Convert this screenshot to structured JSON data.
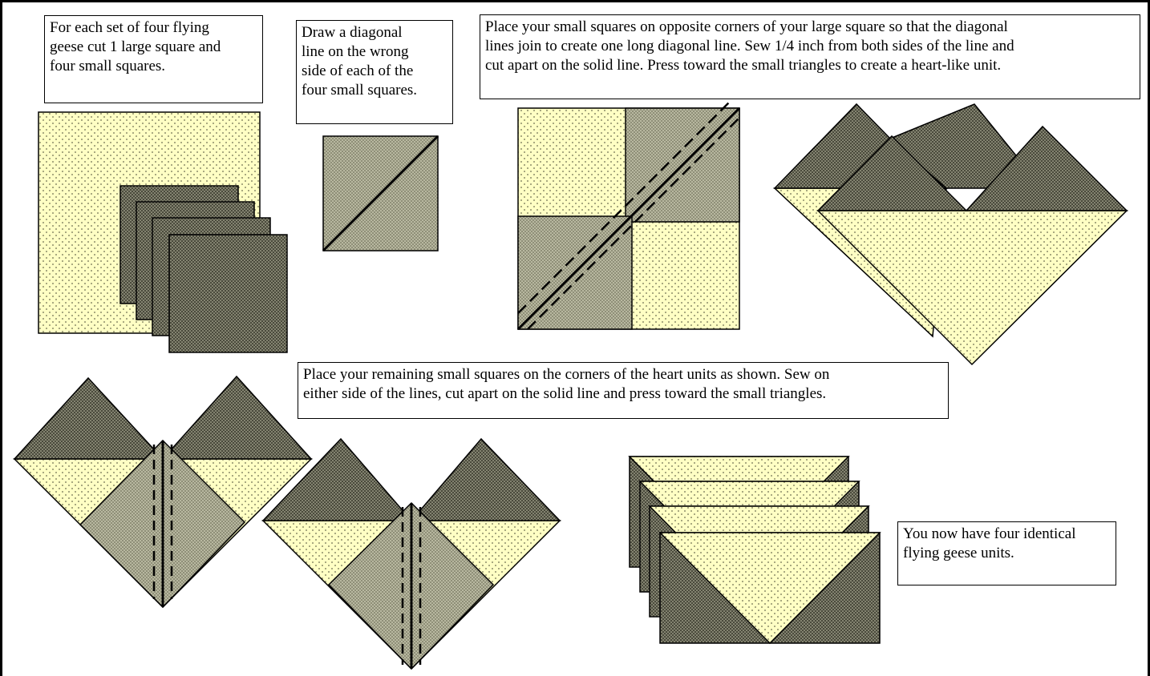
{
  "steps": [
    {
      "text": "For each set of four flying\ngeese cut 1 large square and\nfour small  squares."
    },
    {
      "text": "Draw  a diagonal\nline  on the wrong\nside of each of the\nfour small squares."
    },
    {
      "text": "Place your small  squares on opposite corners of your large square so that the diagonal\nlines join to create one long diagonal line.  Sew  1/4 inch from  both sides of the line and\ncut apart on the solid line.  Press toward the small triangles to create a heart-like  unit."
    },
    {
      "text": "Place your remaining  small  squares on the corners of the heart units as shown.  Sew on\neither  side of the lines, cut apart on the solid line and press toward the small  triangles."
    },
    {
      "text": "You now have four identical\nflying geese units."
    }
  ],
  "colors": {
    "light_fabric": "#FFFFC4",
    "dark_fabric": "#4A4A3C",
    "medium_fabric": "#9E9E84",
    "outline": "#000000"
  }
}
